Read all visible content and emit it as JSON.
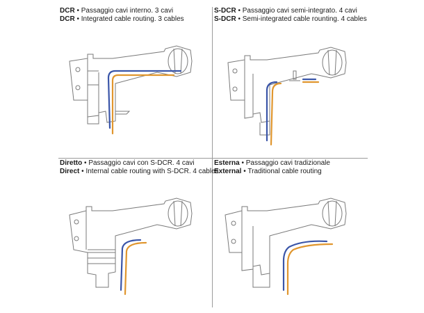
{
  "panels": [
    {
      "code": "DCR",
      "it": "Passaggio cavi interno. 3 cavi",
      "code_en": "DCR",
      "en": "Integrated cable routing. 3 cables"
    },
    {
      "code": "S-DCR",
      "it": "Passaggio cavi semi-integrato. 4 cavi",
      "code_en": "S-DCR",
      "en": "Semi-integrated cable rounting. 4 cables"
    },
    {
      "code": "Diretto",
      "it": "Passaggio cavi con S-DCR. 4 cavi",
      "code_en": "Direct",
      "en": "Internal cable routing with S-DCR. 4 cables"
    },
    {
      "code": "Esterna",
      "it": "Passaggio cavi tradizionale",
      "code_en": "External",
      "en": "Traditional cable routing"
    }
  ],
  "bullet": "•",
  "colors": {
    "blue": "#3a55a8",
    "orange": "#e0962e",
    "line": "#7a7a7a"
  }
}
